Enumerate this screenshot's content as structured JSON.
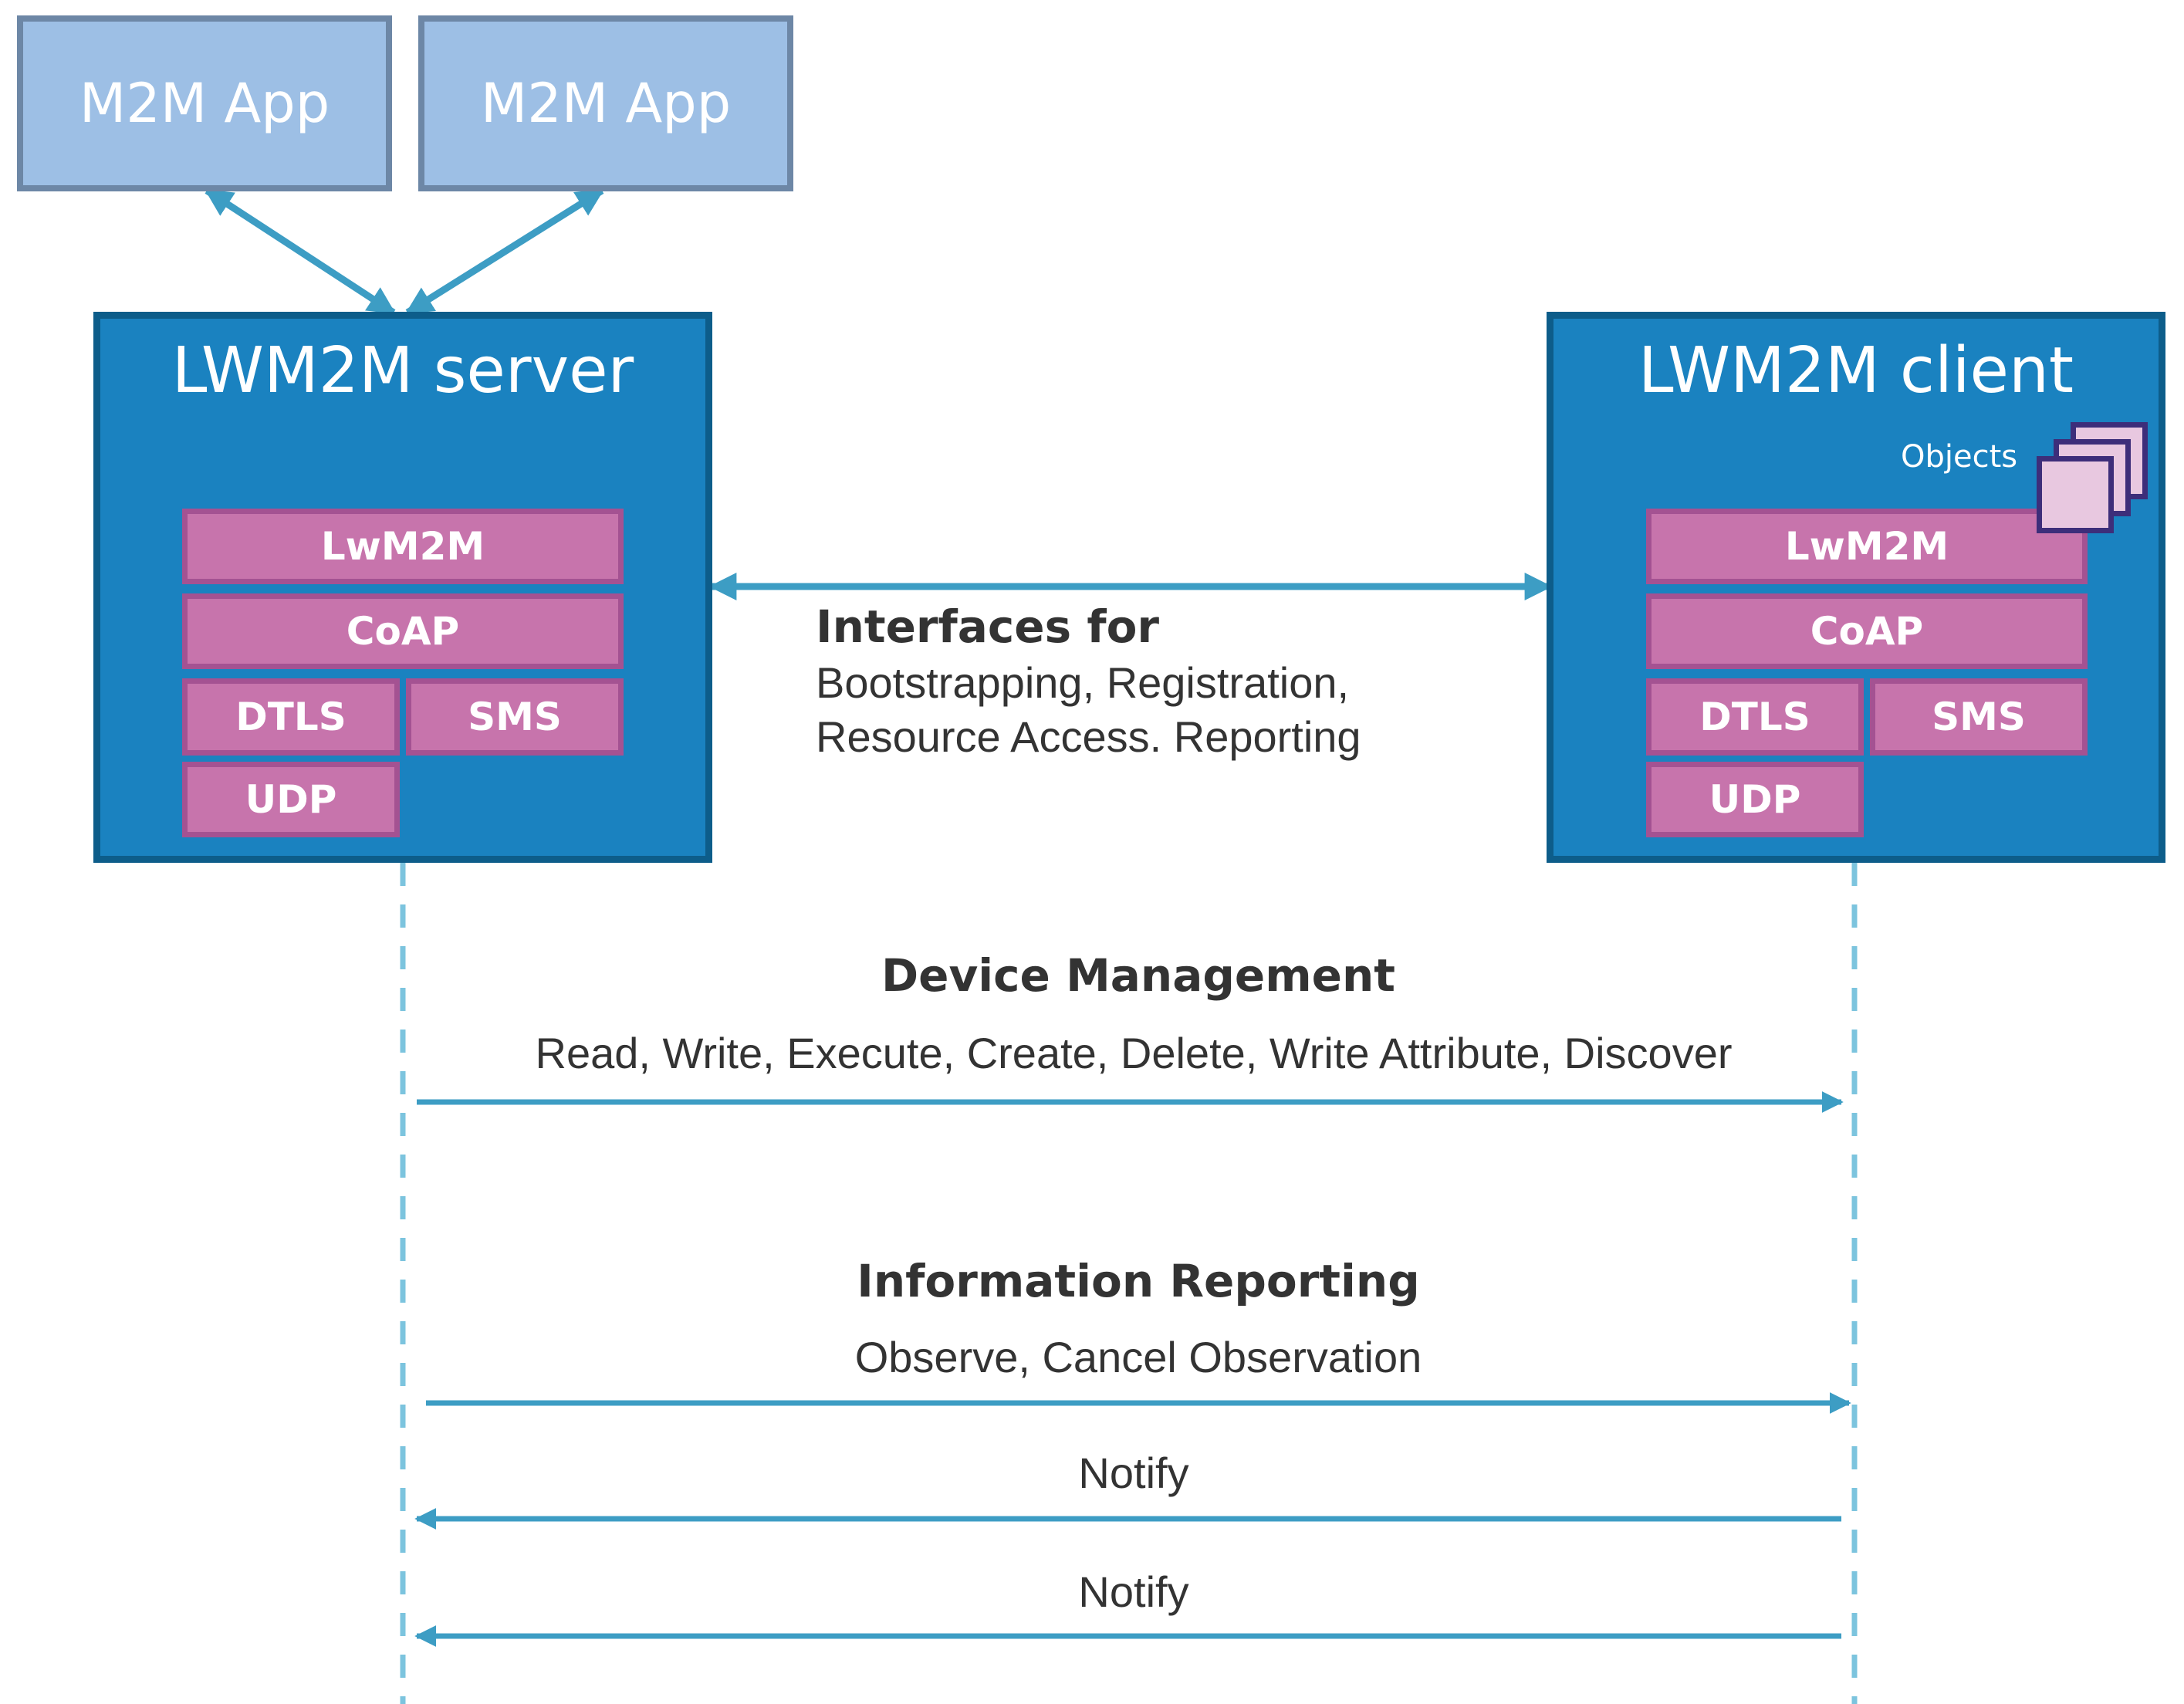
{
  "apps": [
    "M2M App",
    "M2M App"
  ],
  "server": {
    "title": "LWM2M server",
    "layers": {
      "lwm2m": "LwM2M",
      "coap": "CoAP",
      "dtls": "DTLS",
      "sms": "SMS",
      "udp": "UDP"
    }
  },
  "client": {
    "title": "LWM2M client",
    "objects_label": "Objects",
    "layers": {
      "lwm2m": "LwM2M",
      "coap": "CoAP",
      "dtls": "DTLS",
      "sms": "SMS",
      "udp": "UDP"
    }
  },
  "interfaces": {
    "heading": "Interfaces for",
    "line1": "Bootstrapping, Registration,",
    "line2": "Resource Access. Reporting"
  },
  "device_management": {
    "heading": "Device Management",
    "operations": "Read, Write, Execute, Create, Delete, Write Attribute, Discover"
  },
  "information_reporting": {
    "heading": "Information Reporting",
    "operations": "Observe, Cancel Observation",
    "notify_1": "Notify",
    "notify_2": "Notify"
  },
  "colors": {
    "node_fill": "#1a82c0",
    "node_border": "#0d5d8a",
    "layer_fill": "#c774ac",
    "app_fill": "#9dbfe5",
    "arrow": "#3d9dc4",
    "lifeline": "#7cc4de"
  }
}
